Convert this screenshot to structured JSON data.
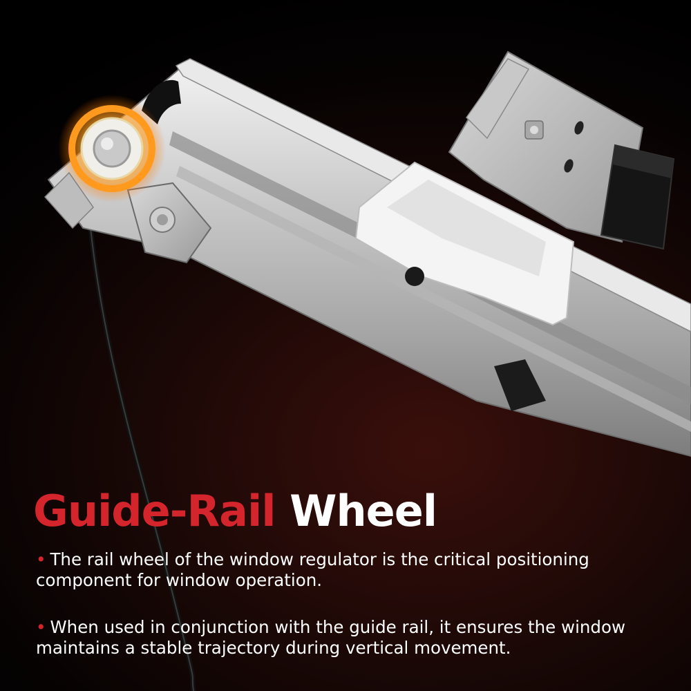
{
  "colors": {
    "accent": "#d3252b",
    "text": "#ffffff",
    "background": "#0a0403",
    "glow": "#ff9a1f"
  },
  "headline": {
    "accent_word": "Guide-Rail",
    "rest": "Wheel"
  },
  "bullets": [
    {
      "marker": "•",
      "text": "The rail wheel of the window regulator is the critical positioning component for window operation."
    },
    {
      "marker": "•",
      "text": "When used in conjunction with the guide rail, it ensures the window maintains a stable trajectory during vertical movement."
    }
  ]
}
